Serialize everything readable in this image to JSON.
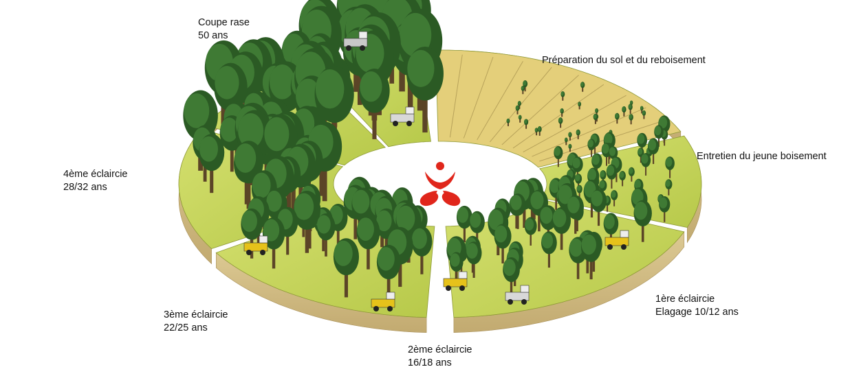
{
  "labels": {
    "clear_cut": {
      "line1": "Coupe rase",
      "line2": "50 ans"
    },
    "preparation": {
      "line1": "Préparation du sol et du reboisement"
    },
    "maintenance": {
      "line1": "Entretien du jeune boisement"
    },
    "first_thinning": {
      "line1": "1ère éclaircie",
      "line2": "Elagage 10/12 ans"
    },
    "second_thinning": {
      "line1": "2ème éclaircie",
      "line2": "16/18 ans"
    },
    "third_thinning": {
      "line1": "3ème éclaircie",
      "line2": "22/25 ans"
    },
    "fourth_thinning": {
      "line1": "4ème éclaircie",
      "line2": "28/32 ans"
    }
  },
  "icons": {
    "center_logo": "red-leaf-logo-icon"
  },
  "colors": {
    "grass": "#c9d860",
    "grass_dark": "#a8bb3a",
    "soil_light": "#e8d7a4",
    "soil_side": "#cdb880",
    "bare_ground": "#e4cf7a",
    "tree": "#3f7a34",
    "tree_dark": "#2b5a24",
    "trunk": "#5b4427",
    "logo": "#e0261b"
  }
}
